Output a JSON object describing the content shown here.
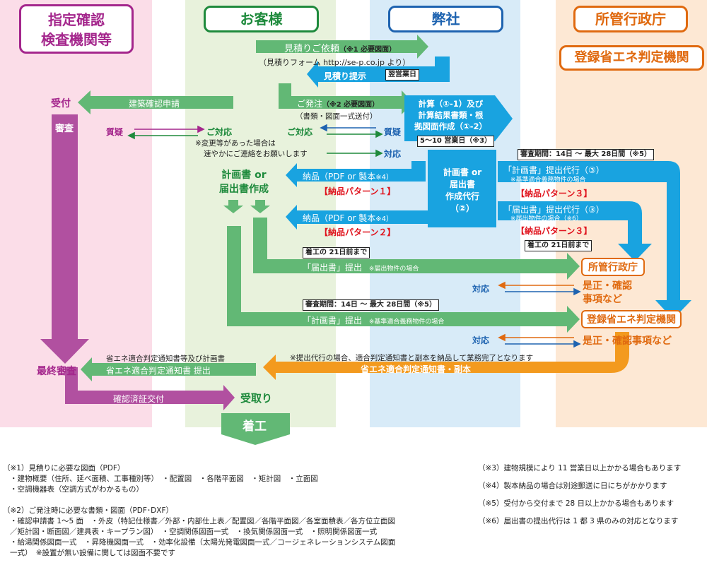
{
  "columns": {
    "inspect": {
      "title_l1": "指定確認",
      "title_l2": "検査機関等"
    },
    "client": {
      "title": "お客様"
    },
    "company": {
      "title": "弊社"
    },
    "gov": {
      "title": "所管行政庁",
      "sub": "登録省エネ判定機関"
    }
  },
  "flow": {
    "estimate_request": "見積りご依頼",
    "estimate_note1": "（※1 必要図面）",
    "estimate_form": "（見積りフォーム http://se-p.co.jp より）",
    "estimate_present": "見積り提示",
    "next_day": "翌営業日",
    "uketsuke": "受付",
    "kenchiku": "建築確認申請",
    "order": "ご発注",
    "order_note2": "（※2 必要図面）",
    "order_send": "（書類・図面一式送付）",
    "calc_l1": "計算（①-1）及び",
    "calc_l2": "計算結果書類・根",
    "calc_l3": "拠図面作成（①-2）",
    "calc_days": "5〜10 営業日（※3）",
    "shinsa": "審査",
    "shitsugi_l": "質疑",
    "taio_mid": "ご対応",
    "taio_mid2": "ご対応",
    "shitsugi_r": "質疑",
    "change_l1": "※変更等があった場合は",
    "change_l2": "速やかにご連絡をお願いします",
    "taio_co": "対応",
    "plan_l1": "計画書 or",
    "plan_l2": "届出書作成",
    "nohin1": "納品（PDF or 製本",
    "nohin1_note": "※4）",
    "pattern1": "【納品パターン１】",
    "nohin2": "納品（PDF or 製本",
    "nohin2_note": "※4）",
    "pattern2": "【納品パターン２】",
    "daiko_l1": "計画書 or",
    "daiko_l2": "届出書",
    "daiko_l3": "作成代行",
    "daiko_l4": "（②）",
    "review_period_top": "審査期間：14日 〜 最大 28日間（※5）",
    "keikaku_daiko": "「計画書」提出代行（③）",
    "keikaku_daiko_note": "※基準適合義務物件の場合",
    "pattern3a": "【納品パターン３】",
    "todoke_daiko": "「届出書」提出代行（③）",
    "todoke_daiko_note": "※届出物件の場合（※6）",
    "pattern3b": "【納品パターン３】",
    "before21_r": "着工の 21日前まで",
    "before21_l": "着工の 21日前まで",
    "todoke_submit": "「届出書」提出",
    "todoke_submit_note": "※届出物件の場合",
    "gov_office": "所管行政庁",
    "taio_a": "対応",
    "zesei_l1": "是正・確認",
    "zesei_l2": "事項など",
    "review_period_mid": "審査期間：14日 〜 最大 28日間（※5）",
    "keikaku_submit": "「計画書」提出",
    "keikaku_submit_note": "※基準適合義務物件の場合",
    "judge_org": "登録省エネ判定機関",
    "taio_b": "対応",
    "zesei_b": "是正・確認事項など",
    "daiko_complete": "※提出代行の場合、適合判定通知書と副本を納品して業務完了となります",
    "tsuchi_fukuhon": "省エネ適合判定通知書・副本",
    "saishu": "最終審査",
    "tsuchi_top": "省エネ適合判定通知書等及び計画書",
    "tsuchi_submit": "省エネ適合判定通知書 提出",
    "kakunin": "確認済証交付",
    "uketori": "受取り",
    "chakko": "着工"
  },
  "notes": {
    "n1_title": "（※1）見積りに必要な図面（PDF）",
    "n1_l1": "・建物概要（住所、延べ面積、工事種別等）　・配置図　・各階平面図　・矩計図　・立面図",
    "n1_l2": "・空調機器表（空調方式がわかるもの）",
    "n2_title": "（※2）ご発注時に必要な書類・図面（PDF･DXF）",
    "n2_l1": "・確認申請書 1〜5 面　・外皮（特記仕様書／外部・内部仕上表／配置図／各階平面図／各室面積表／各方位立面図",
    "n2_l2": "／矩計図・断面図／建具表・キープラン図）　・空調関係図面一式　・換気関係図面一式　・照明関係図面一式",
    "n2_l3": "・給湯関係図面一式　・昇降機図面一式　・効率化設備（太陽光発電図面一式／コージェネレーションシステム図面",
    "n2_l4": "一式）　※設置が無い設備に関しては図面不要です",
    "n3": "（※3）建物規模により 11 営業日以上かかる場合もあります",
    "n4": "（※4）製本納品の場合は別途郵送に日にちがかかります",
    "n5": "（※5）受付から交付まで 28 日以上かかる場合もあります",
    "n6": "（※6）届出書の提出代行は 1 都 3 県のみの対応となります"
  },
  "colors": {
    "pink_bg": "#fbdde8",
    "green_bg": "#e8f2dc",
    "blue_bg": "#d8ebf8",
    "orange_bg": "#fde8d4",
    "purple": "#b150a0",
    "green": "#62b875",
    "blue": "#19a3e0",
    "orange": "#f39a1e"
  }
}
